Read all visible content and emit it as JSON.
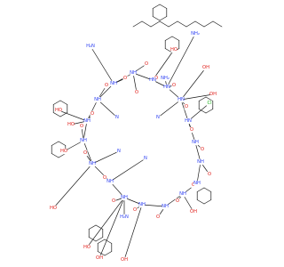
{
  "structure": {
    "atom_labels": [
      "O",
      "O",
      "O",
      "O",
      "O",
      "O",
      "O",
      "O",
      "O",
      "O",
      "O",
      "O",
      "O",
      "O",
      "O",
      "O",
      "O",
      "O",
      "HO",
      "HO",
      "HO",
      "OH",
      "OH",
      "HO",
      "OH",
      "HO",
      "OH",
      "HO",
      "NH",
      "NH",
      "NH",
      "NH",
      "NH",
      "NH",
      "NH",
      "NH",
      "NH",
      "NH",
      "NH",
      "NH",
      "NH",
      "NH",
      "HN",
      "HN",
      "HN",
      "HN",
      "N",
      "N",
      "N",
      "N",
      "H₂N",
      "NH₂",
      "H₂N",
      "Cl",
      "OH",
      "NH₂",
      "O"
    ]
  },
  "colors": {
    "bond": "#1a1a1a",
    "oxygen": "#e0201b",
    "nitrogen": "#2a3df2",
    "chlorine": "#1fb51f",
    "carbon_label": "#1a1a1a"
  }
}
